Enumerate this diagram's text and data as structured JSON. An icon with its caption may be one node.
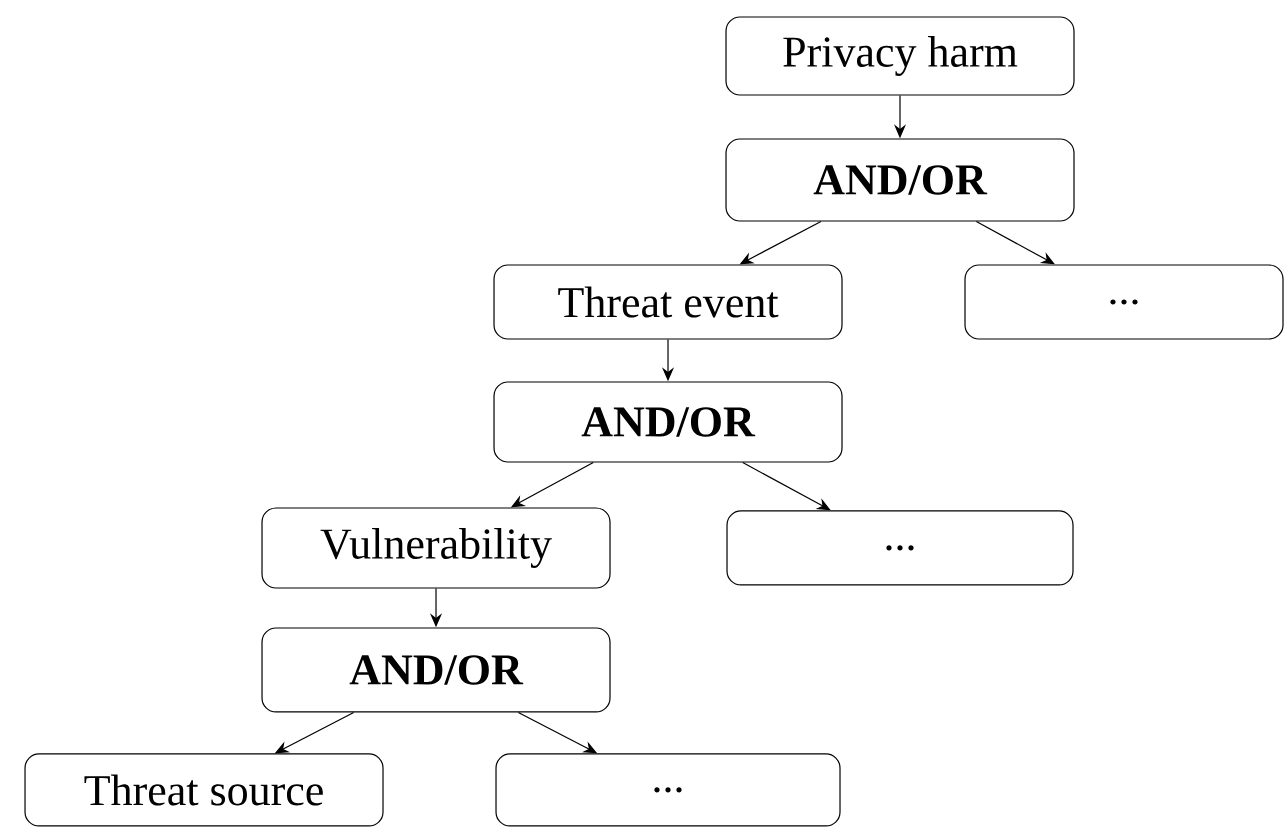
{
  "diagram": {
    "nodes": [
      {
        "text": [
          "Privacy harm"
        ]
      },
      {
        "text": [
          "AND/OR"
        ]
      },
      {
        "text": [
          "Threat event"
        ]
      },
      {
        "text": [
          "..."
        ]
      },
      {
        "text": [
          "AND/OR"
        ]
      },
      {
        "text": [
          "Vulnerability"
        ]
      },
      {
        "text": [
          "..."
        ]
      },
      {
        "text": [
          "AND/OR"
        ]
      },
      {
        "text": [
          "Threat source"
        ]
      },
      {
        "text": [
          "..."
        ]
      }
    ],
    "edges": [
      {
        "from": 0,
        "to": 1,
        "arrow": "to"
      },
      {
        "from": 1,
        "to": 2,
        "arrow": "to"
      },
      {
        "from": 1,
        "to": 3,
        "arrow": "to"
      },
      {
        "from": 2,
        "to": 4,
        "arrow": "to"
      },
      {
        "from": 4,
        "to": 5,
        "arrow": "to"
      },
      {
        "from": 4,
        "to": 6,
        "arrow": "to"
      },
      {
        "from": 5,
        "to": 7,
        "arrow": "to"
      },
      {
        "from": 7,
        "to": 8,
        "arrow": "to"
      },
      {
        "from": 7,
        "to": 9,
        "arrow": "to"
      }
    ]
  }
}
